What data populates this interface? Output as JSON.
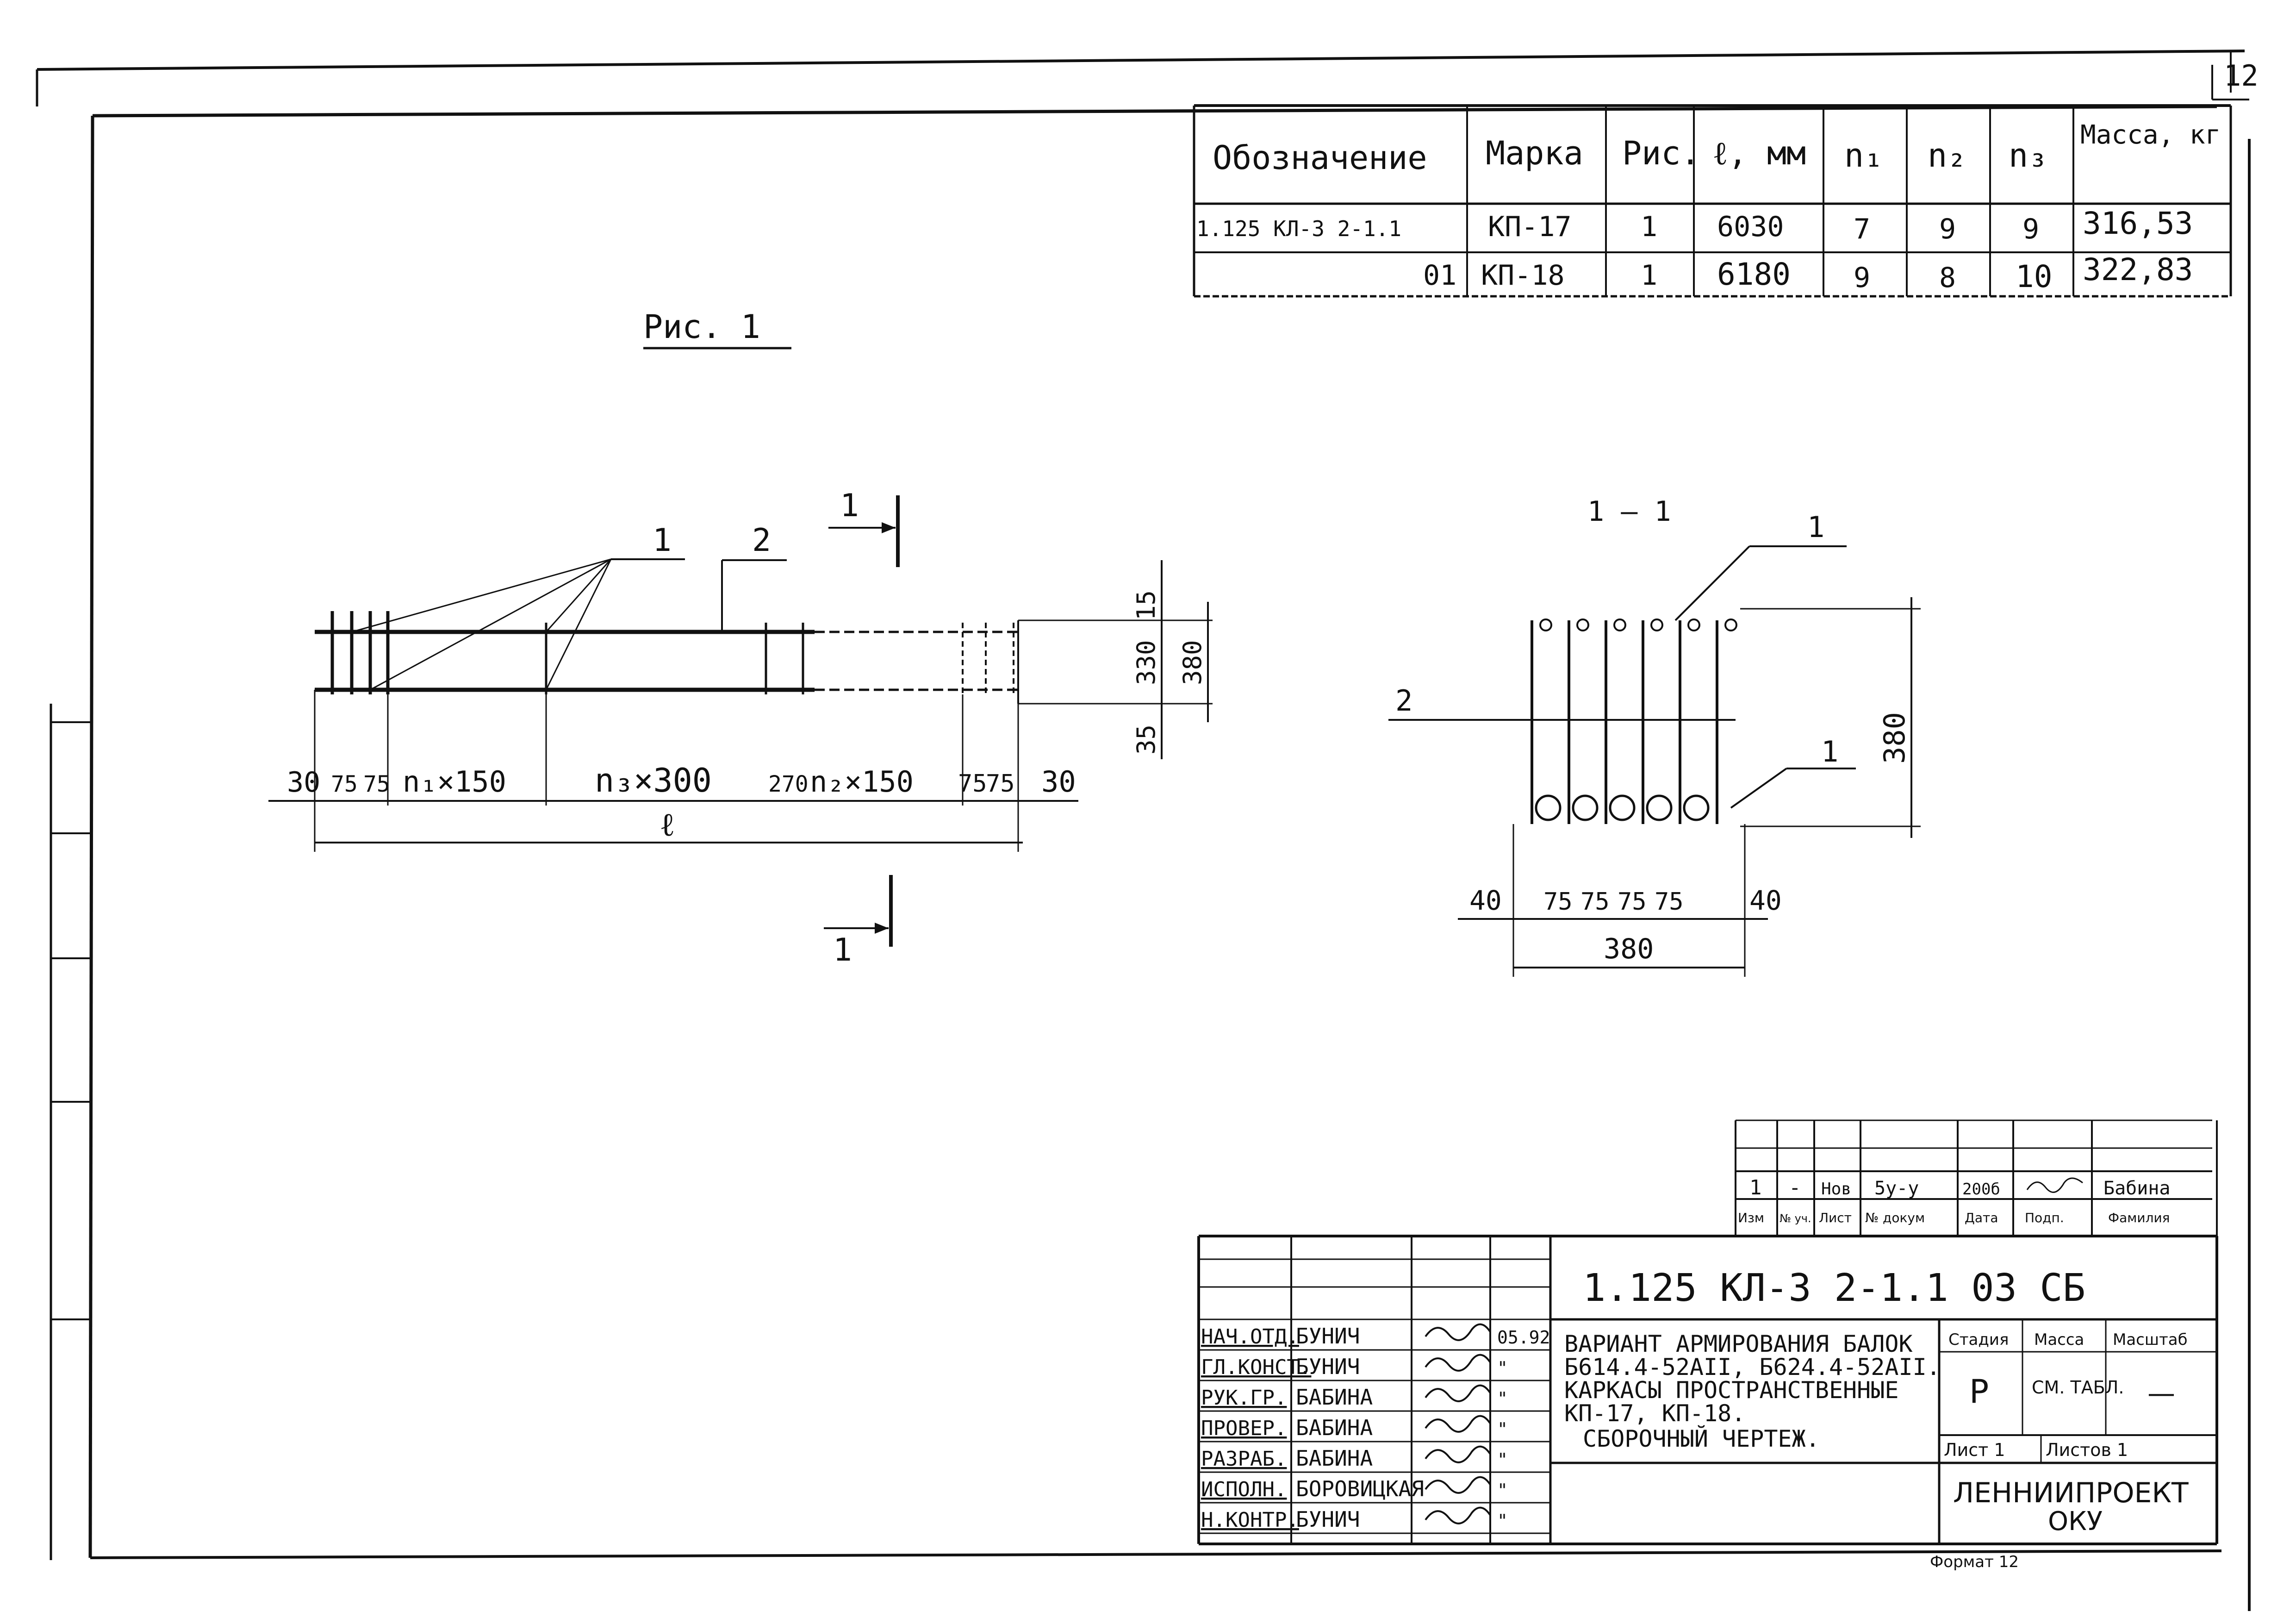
{
  "sheet_number": "12",
  "spec_table": {
    "headers": [
      "Обозначение",
      "Марка",
      "Рис.",
      "ℓ, мм",
      "n₁",
      "n₂",
      "n₃",
      "Масса, кг"
    ],
    "rows": [
      [
        "1.125 КЛ-3  2-1.1",
        "КП-17",
        "1",
        "6030",
        "7",
        "9",
        "9",
        "316,53"
      ],
      [
        "01",
        "КП-18",
        "1",
        "6180",
        "9",
        "8",
        "10",
        "322,83"
      ]
    ]
  },
  "figure_title": "Рис. 1",
  "elevation": {
    "leader_1": "1",
    "leader_2": "2",
    "section_mark": "1",
    "dims_bottom": [
      "30",
      "75",
      "75",
      "n₁×150",
      "n₃×300",
      "270",
      "n₂×150",
      "75",
      "75",
      "30"
    ],
    "total_length_label": "ℓ",
    "dims_right": [
      "15",
      "330",
      "380",
      "35"
    ]
  },
  "section": {
    "title": "1 — 1",
    "leader_1_top": "1",
    "leader_2": "2",
    "leader_1_bottom": "1",
    "height": "380",
    "dims_bottom": [
      "40",
      "75",
      "75",
      "75",
      "75",
      "40"
    ],
    "width_total": "380"
  },
  "revision": {
    "row": [
      "1",
      "-",
      "Нов",
      "5у-у",
      "200б",
      "",
      "Бабина"
    ],
    "headers": [
      "Изм",
      "№ уч.",
      "Лист",
      "№ докум",
      "Дата",
      "Подп.",
      "Фамилия"
    ]
  },
  "title_block": {
    "code": "1.125 КЛ-3   2-1.1    03 СБ",
    "description": [
      "ВАРИАНТ АРМИРОВАНИЯ БАЛОК",
      "Б614.4-52АII, Б624.4-52АII.",
      "КАРКАСЫ ПРОСТРАНСТВЕННЫЕ",
      "КП-17, КП-18.",
      "СБОРОЧНЫЙ ЧЕРТЕЖ."
    ],
    "signatures": [
      {
        "role": "НАЧ.ОТД.",
        "name": "БУНИЧ",
        "date": "05.92"
      },
      {
        "role": "ГЛ.КОНСТ.",
        "name": "БУНИЧ",
        "date": "\""
      },
      {
        "role": "РУК.ГР.",
        "name": "БАБИНА",
        "date": "\""
      },
      {
        "role": "ПРОВЕР.",
        "name": "БАБИНА",
        "date": "\""
      },
      {
        "role": "РАЗРАБ.",
        "name": "БАБИНА",
        "date": "\""
      },
      {
        "role": "ИСПОЛН.",
        "name": "БОРОВИЦКАЯ",
        "date": "\""
      },
      {
        "role": "Н.КОНТР.",
        "name": "БУНИЧ",
        "date": "\""
      }
    ],
    "stage_label": "Стадия",
    "mass_label": "Масса",
    "scale_label": "Масштаб",
    "stage": "Р",
    "mass": "СМ. ТАБЛ.",
    "scale": "—",
    "sheet_label": "Лист 1",
    "sheets_label": "Листов 1",
    "org": "ЛЕННИИПРОЕКТ",
    "org_sub": "ОКУ",
    "format": "Формат 12"
  }
}
